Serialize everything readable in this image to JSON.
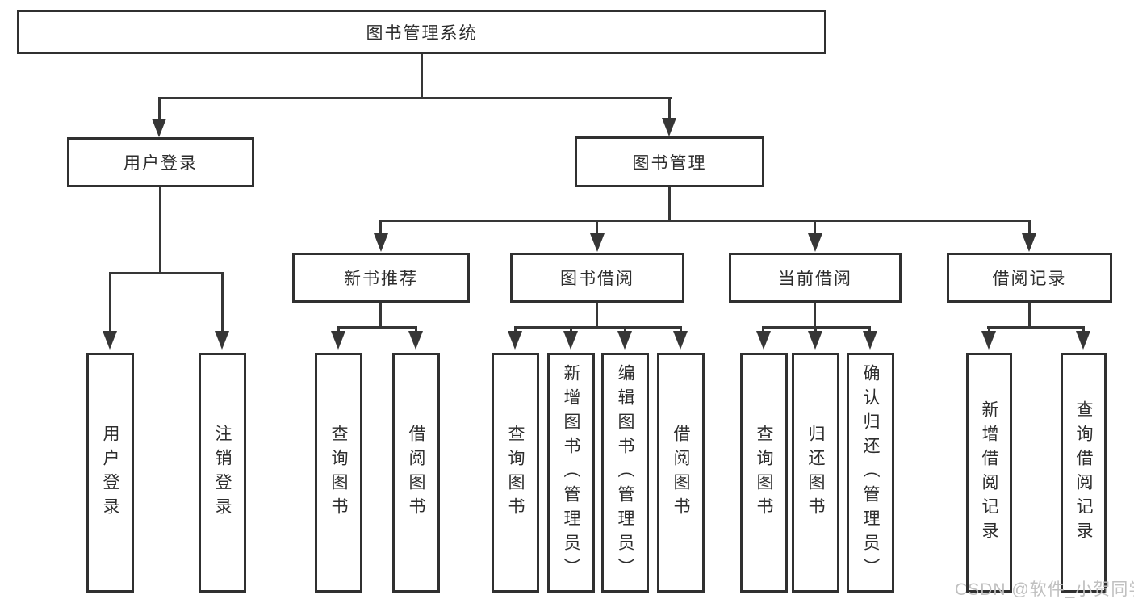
{
  "diagram": {
    "root": {
      "label": "图书管理系统"
    },
    "level2": [
      {
        "label": "用户登录"
      },
      {
        "label": "图书管理"
      }
    ],
    "level3": [
      {
        "label": "新书推荐"
      },
      {
        "label": "图书借阅"
      },
      {
        "label": "当前借阅"
      },
      {
        "label": "借阅记录"
      }
    ],
    "leaves": {
      "userLogin": [
        "用户登录",
        "注销登录"
      ],
      "newBooks": [
        "查询图书",
        "借阅图书"
      ],
      "bookBorrow": [
        "查询图书",
        "新增图书（管理员）",
        "编辑图书（管理员）",
        "借阅图书"
      ],
      "currentBorrow": [
        "查询图书",
        "归还图书",
        "确认归还（管理员）"
      ],
      "borrowRecords": [
        "新增借阅记录",
        "查询借阅记录"
      ]
    },
    "watermark": "CSDN @软件_小贺同学",
    "colors": {
      "line": "#363636",
      "border": "#303030",
      "text": "#2d2d2d",
      "background": "#ffffff",
      "watermark": "#c0c0c0"
    }
  }
}
